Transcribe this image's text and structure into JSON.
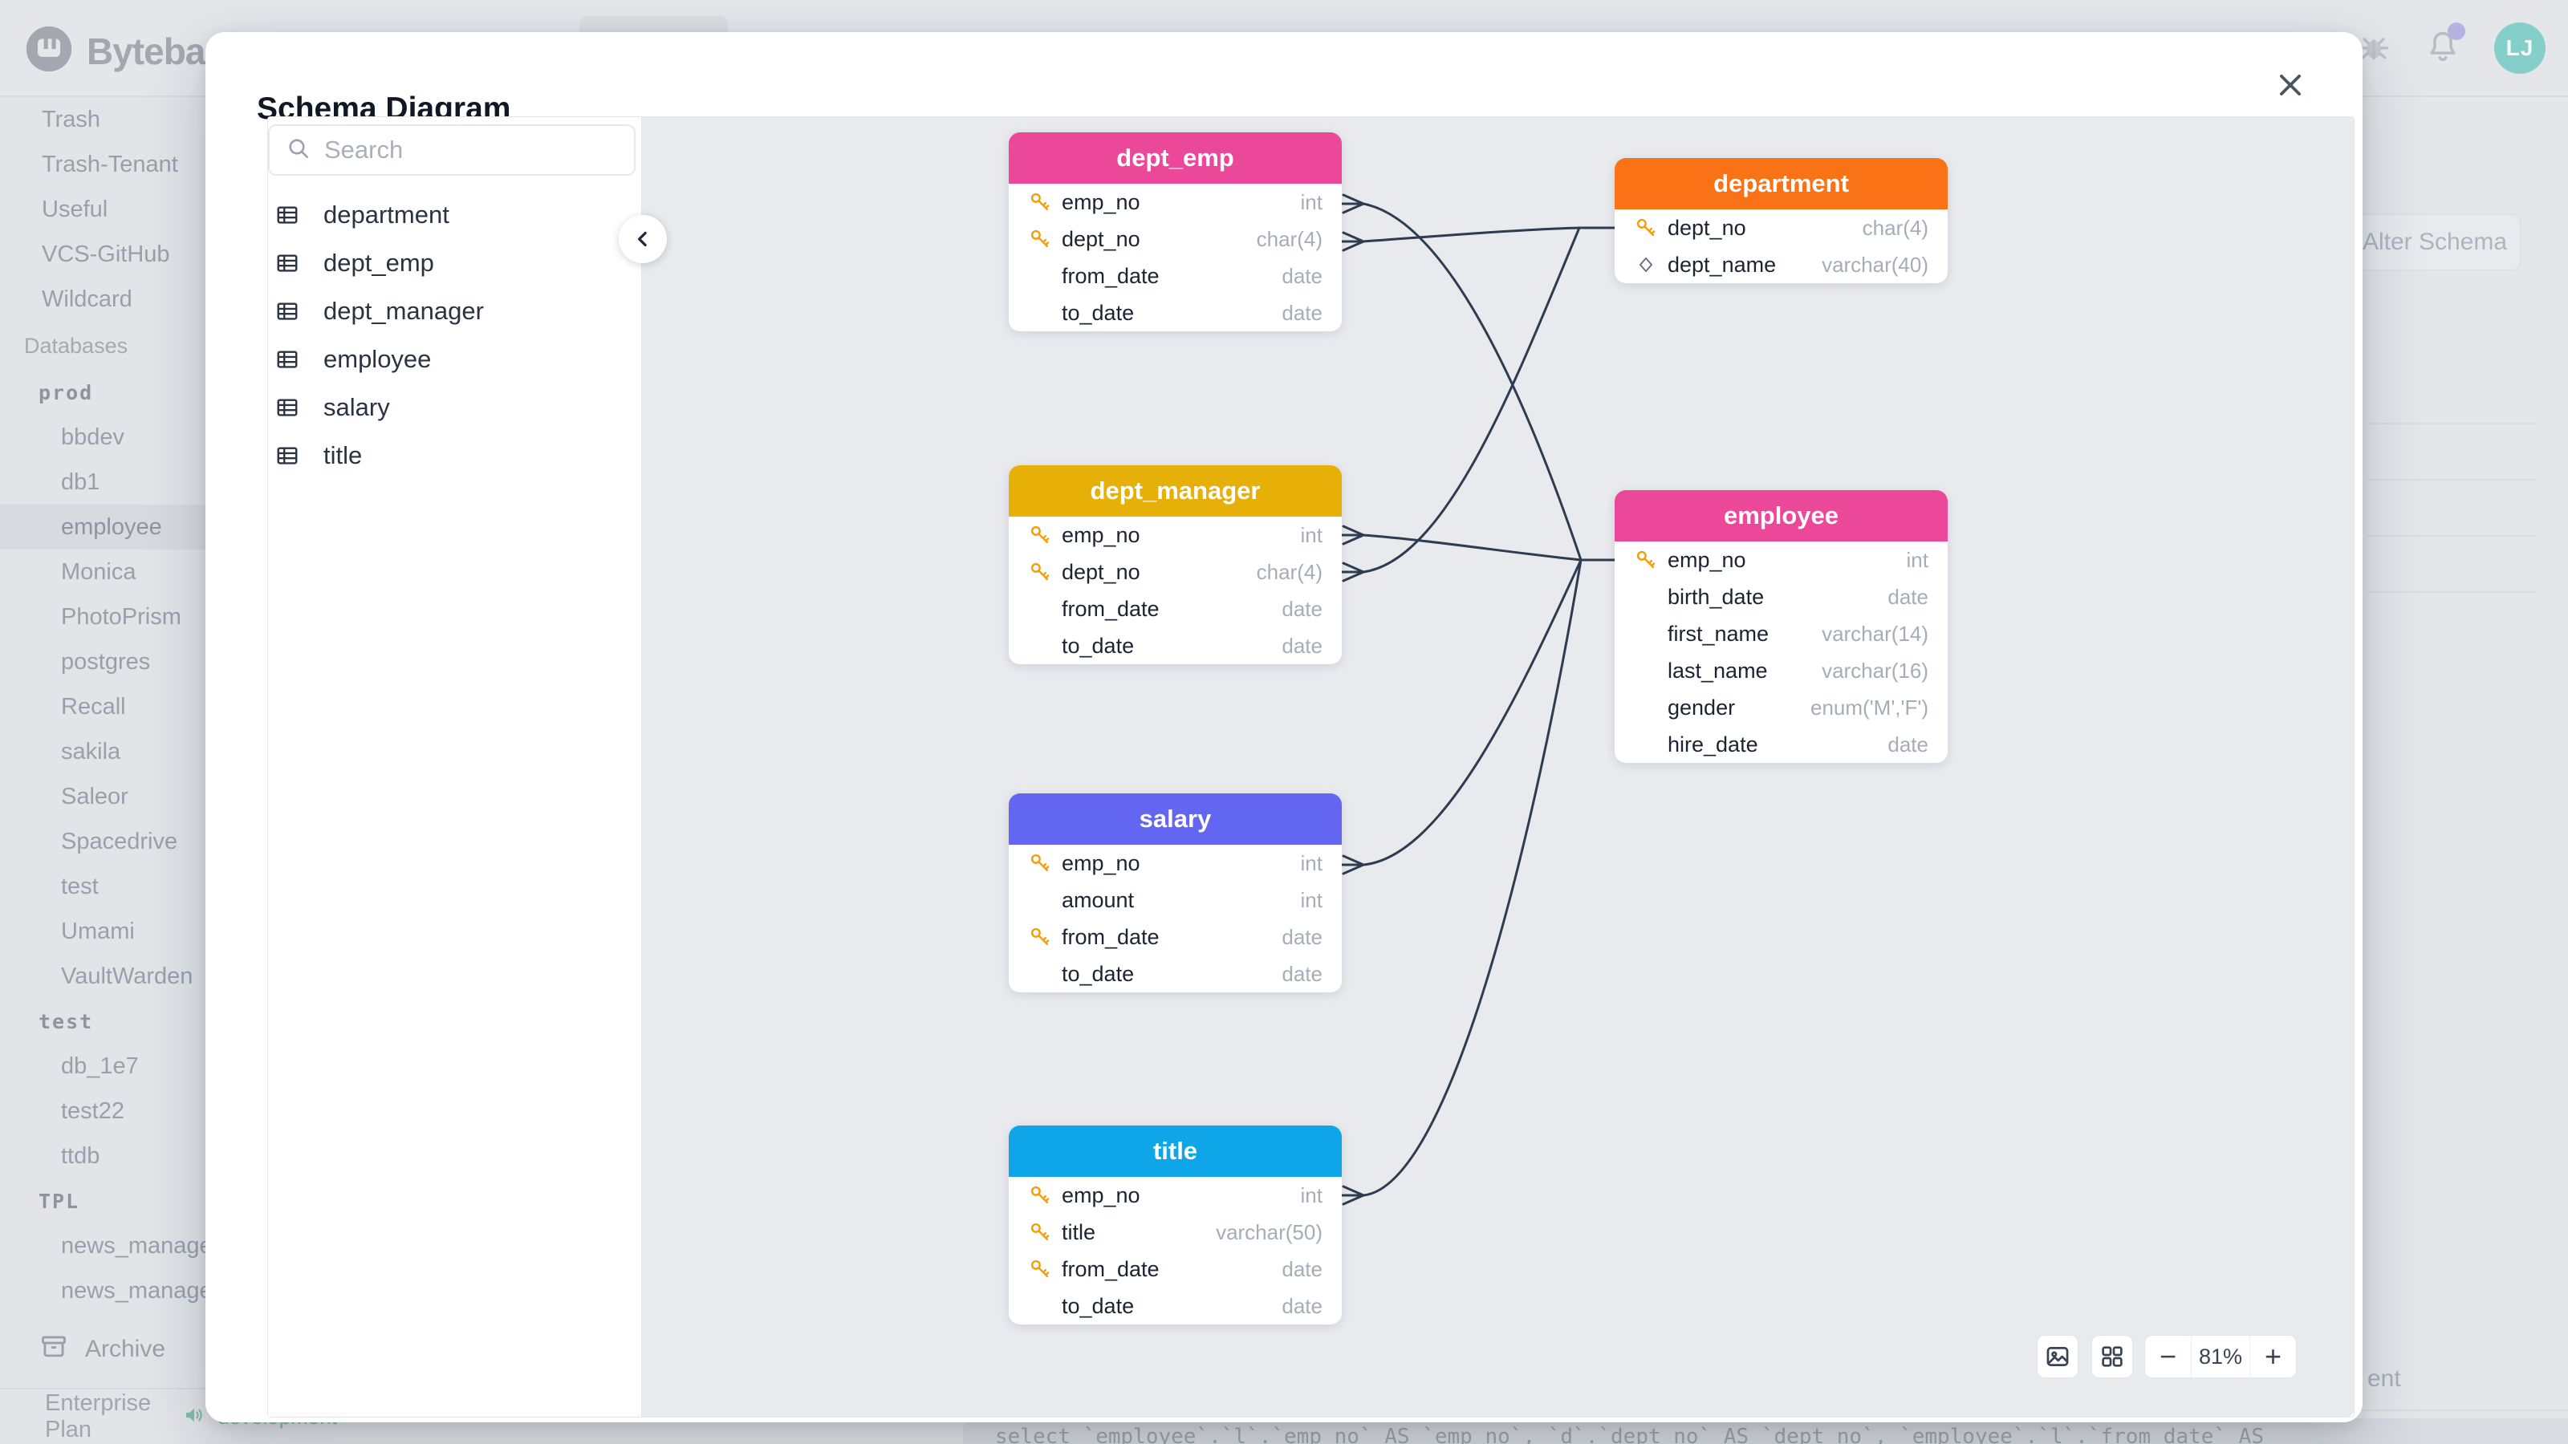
{
  "app": {
    "brand": "Bytebase",
    "avatar_initials": "LJ",
    "sidebar": {
      "top_items": [
        "Trash",
        "Trash-Tenant",
        "Useful",
        "VCS-GitHub",
        "Wildcard"
      ],
      "databases_label": "Databases",
      "groups": [
        {
          "env": "prod",
          "items": [
            "bbdev",
            "db1",
            "employee",
            "Monica",
            "PhotoPrism",
            "postgres",
            "Recall",
            "sakila",
            "Saleor",
            "Spacedrive",
            "test",
            "Umami",
            "VaultWarden"
          ],
          "selected": "employee"
        },
        {
          "env": "test",
          "items": [
            "db_1e7",
            "test22",
            "ttdb"
          ],
          "selected": ""
        },
        {
          "env": "TPL",
          "items": [
            "news_manage",
            "news_manage"
          ],
          "selected": ""
        }
      ],
      "archive_label": "Archive",
      "plan_label": "Enterprise Plan",
      "env_badge": "development"
    },
    "background": {
      "alter_schema_label": "Alter Schema",
      "fragment_text": "ent",
      "sql_snippet": "select `employee`.`l`.`emp_no` AS `emp_no`, `d`.`dept_no` AS `dept_no`, `employee`.`l`.`from_date` AS"
    }
  },
  "modal": {
    "title": "Schema Diagram",
    "search_placeholder": "Search",
    "table_list": [
      "department",
      "dept_emp",
      "dept_manager",
      "employee",
      "salary",
      "title"
    ],
    "zoom": {
      "minus": "−",
      "level": "81%",
      "plus": "+"
    }
  },
  "diagram": {
    "tables": [
      {
        "name": "dept_emp",
        "header_color": "#EC4899",
        "columns": [
          {
            "icon": "key",
            "name": "emp_no",
            "type": "int"
          },
          {
            "icon": "key",
            "name": "dept_no",
            "type": "char(4)"
          },
          {
            "icon": "none",
            "name": "from_date",
            "type": "date"
          },
          {
            "icon": "none",
            "name": "to_date",
            "type": "date"
          }
        ]
      },
      {
        "name": "department",
        "header_color": "#F97316",
        "columns": [
          {
            "icon": "key",
            "name": "dept_no",
            "type": "char(4)"
          },
          {
            "icon": "diamond",
            "name": "dept_name",
            "type": "varchar(40)"
          }
        ]
      },
      {
        "name": "dept_manager",
        "header_color": "#E7B008",
        "columns": [
          {
            "icon": "key",
            "name": "emp_no",
            "type": "int"
          },
          {
            "icon": "key",
            "name": "dept_no",
            "type": "char(4)"
          },
          {
            "icon": "none",
            "name": "from_date",
            "type": "date"
          },
          {
            "icon": "none",
            "name": "to_date",
            "type": "date"
          }
        ]
      },
      {
        "name": "employee",
        "header_color": "#EC4899",
        "columns": [
          {
            "icon": "key",
            "name": "emp_no",
            "type": "int"
          },
          {
            "icon": "none",
            "name": "birth_date",
            "type": "date"
          },
          {
            "icon": "none",
            "name": "first_name",
            "type": "varchar(14)"
          },
          {
            "icon": "none",
            "name": "last_name",
            "type": "varchar(16)"
          },
          {
            "icon": "none",
            "name": "gender",
            "type": "enum('M','F')"
          },
          {
            "icon": "none",
            "name": "hire_date",
            "type": "date"
          }
        ]
      },
      {
        "name": "salary",
        "header_color": "#6366F1",
        "columns": [
          {
            "icon": "key",
            "name": "emp_no",
            "type": "int"
          },
          {
            "icon": "none",
            "name": "amount",
            "type": "int"
          },
          {
            "icon": "key",
            "name": "from_date",
            "type": "date"
          },
          {
            "icon": "none",
            "name": "to_date",
            "type": "date"
          }
        ]
      },
      {
        "name": "title",
        "header_color": "#0EA5E9",
        "columns": [
          {
            "icon": "key",
            "name": "emp_no",
            "type": "int"
          },
          {
            "icon": "key",
            "name": "title",
            "type": "varchar(50)"
          },
          {
            "icon": "key",
            "name": "from_date",
            "type": "date"
          },
          {
            "icon": "none",
            "name": "to_date",
            "type": "date"
          }
        ]
      }
    ],
    "accent_colors": {
      "key_icon": "#F59E0B",
      "relationship_line": "#2E3C52"
    }
  }
}
